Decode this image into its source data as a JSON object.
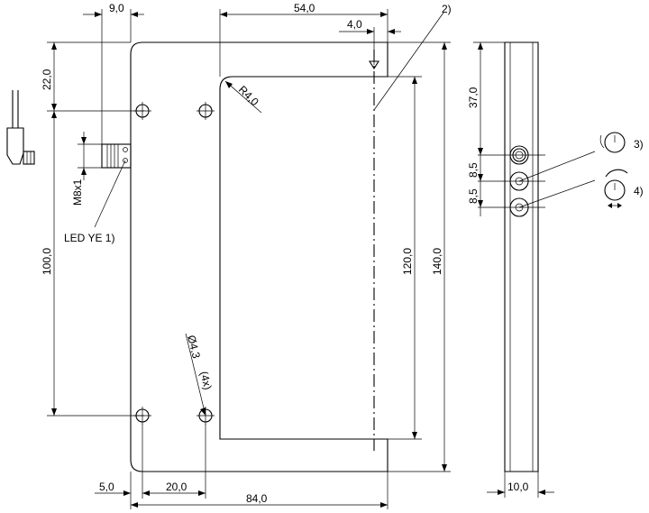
{
  "drawing": {
    "dims": {
      "width_9": "9,0",
      "width_54": "54,0",
      "width_4": "4,0",
      "height_22": "22,0",
      "radius": "R4,0",
      "thread": "M8x1",
      "height_100": "100,0",
      "height_120": "120,0",
      "height_140": "140,0",
      "height_37": "37,0",
      "pitch_a": "8,5",
      "pitch_b": "8,5",
      "hole": "Ø4,3",
      "hole_count": "(4x)",
      "offset_5": "5,0",
      "offset_20": "20,0",
      "width_84": "84,0",
      "thickness_10": "10,0"
    },
    "labels": {
      "led": "LED YE 1)",
      "callout_2": "2)",
      "callout_3": "3)",
      "callout_4": "4)"
    }
  }
}
